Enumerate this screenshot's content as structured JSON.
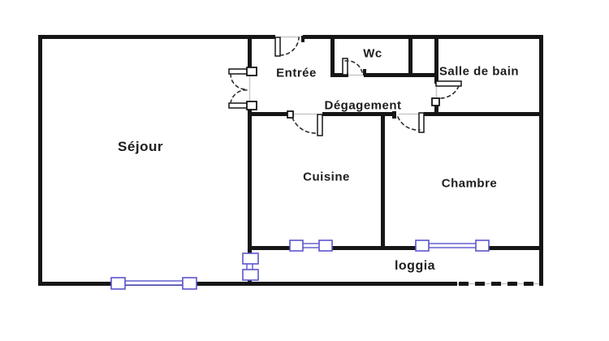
{
  "rooms": {
    "sejour": "Séjour",
    "entree": "Entrée",
    "wc": "Wc",
    "salle_de_bain": "Salle de bain",
    "degagement": "Dégagement",
    "cuisine": "Cuisine",
    "chambre": "Chambre",
    "loggia": "loggia"
  },
  "colors": {
    "wall": "#161616",
    "window": "#5b55cd",
    "label": "#1d1d1d",
    "opening": "#c8c8c8",
    "swing": "#2e2e2e",
    "background": "#ffffff"
  }
}
